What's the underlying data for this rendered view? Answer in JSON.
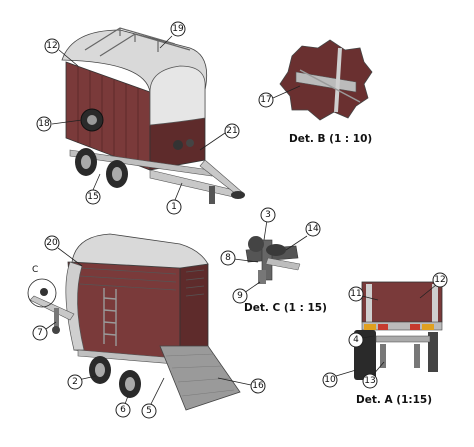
{
  "callouts": {
    "n1": "1",
    "n2": "2",
    "n3": "3",
    "n4": "4",
    "n5": "5",
    "n6": "6",
    "n7": "7",
    "n8": "8",
    "n9": "9",
    "n10": "10",
    "n11": "11",
    "n12a": "12",
    "n12b": "12",
    "n13": "13",
    "n14": "14",
    "n15": "15",
    "n16": "16",
    "n17": "17",
    "n18": "18",
    "n19": "19",
    "n20": "20",
    "n21": "21",
    "nC": "C"
  },
  "captions": {
    "det_b": "Det. B (1 : 10)",
    "det_c": "Det. C (1 : 15)",
    "det_a": "Det. A (1:15)"
  },
  "colors": {
    "body": "#7a3a3a",
    "body_dark": "#4e2323",
    "roof": "#d9d9d9",
    "frame": "#bfbfbf",
    "tyre": "#2a2a2a",
    "amber": "#e0a020",
    "red_light": "#c63a2e"
  }
}
